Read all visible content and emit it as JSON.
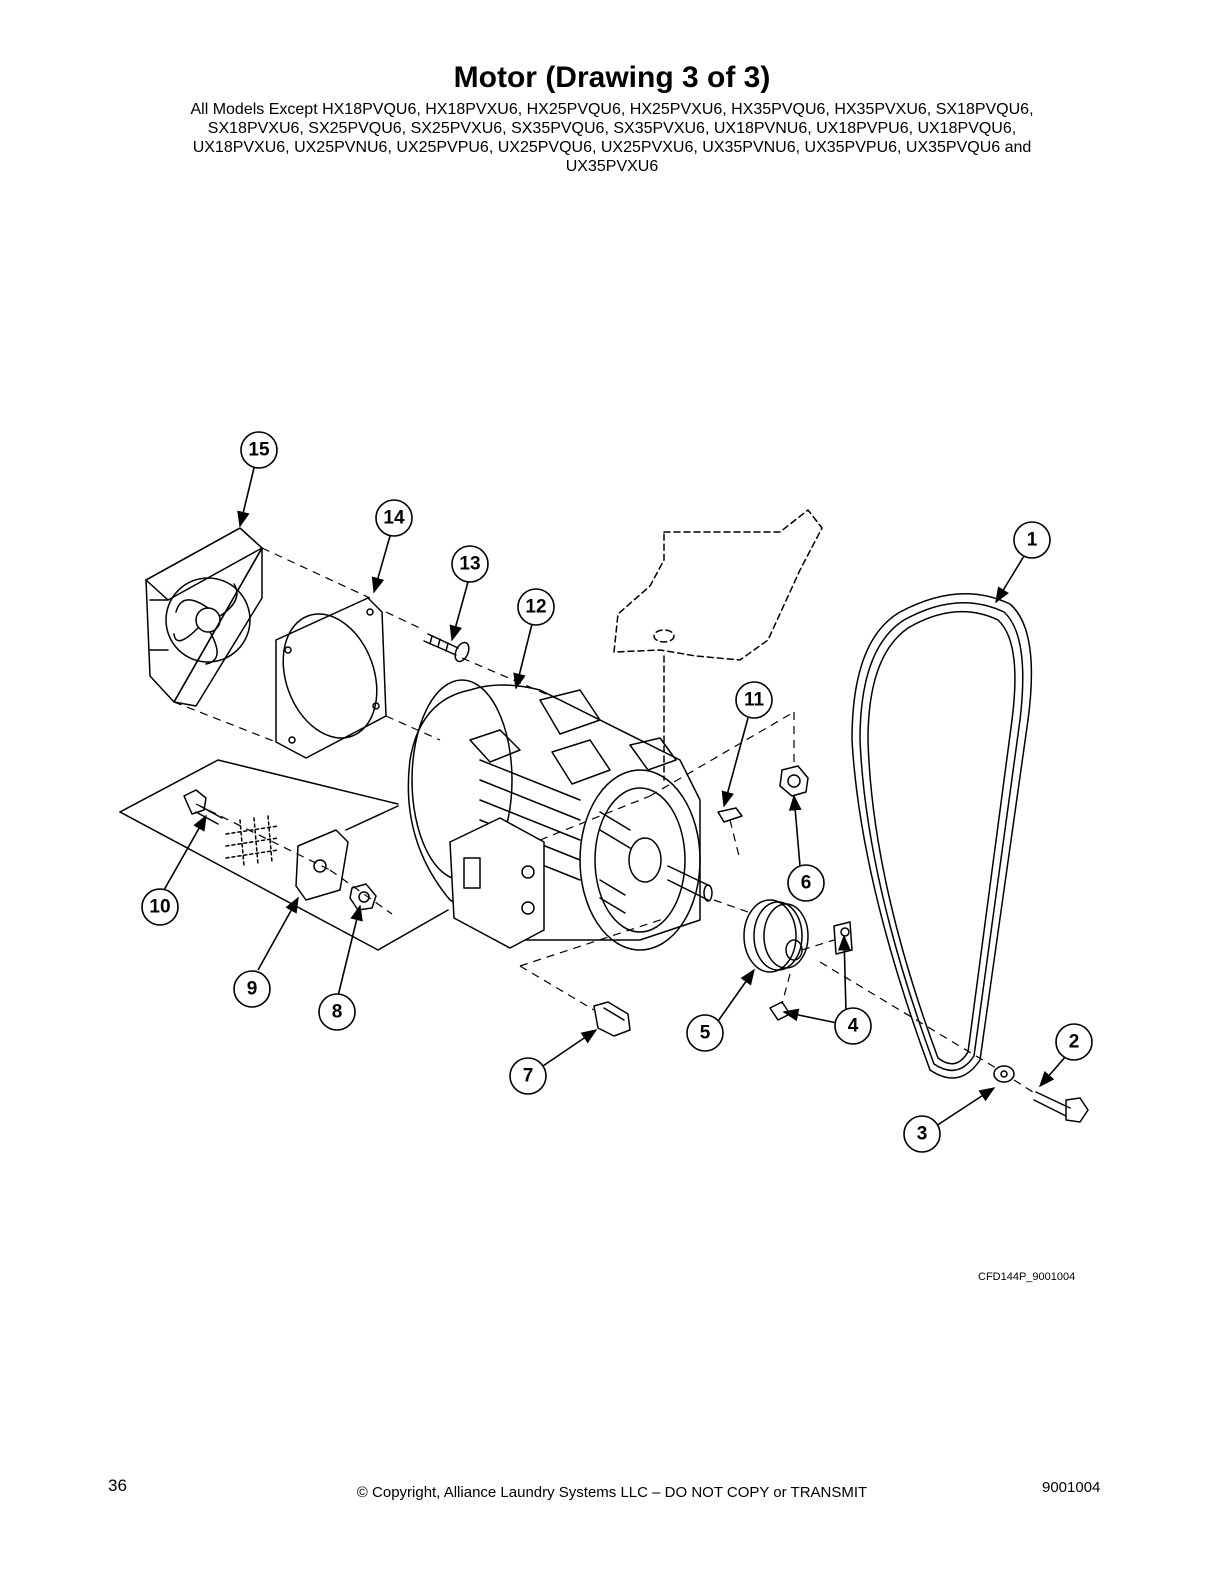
{
  "header": {
    "title": "Motor (Drawing 3 of 3)",
    "subtitle": "All Models Except HX18PVQU6, HX18PVXU6, HX25PVQU6, HX25PVXU6, HX35PVQU6, HX35PVXU6, SX18PVQU6, SX18PVXU6, SX25PVQU6, SX25PVXU6, SX35PVQU6, SX35PVXU6, UX18PVNU6, UX18PVPU6, UX18PVQU6, UX18PVXU6, UX25PVNU6, UX25PVPU6, UX25PVQU6, UX25PVXU6, UX35PVNU6, UX35PVPU6, UX35PVQU6 and UX35PVXU6"
  },
  "diagram": {
    "callouts": [
      "1",
      "2",
      "3",
      "4",
      "5",
      "6",
      "7",
      "8",
      "9",
      "10",
      "11",
      "12",
      "13",
      "14",
      "15"
    ],
    "figure_id": "CFD144P_9001004"
  },
  "footer": {
    "page_number": "36",
    "copyright": "© Copyright, Alliance Laundry Systems LLC – DO NOT COPY or TRANSMIT",
    "doc_number": "9001004"
  }
}
